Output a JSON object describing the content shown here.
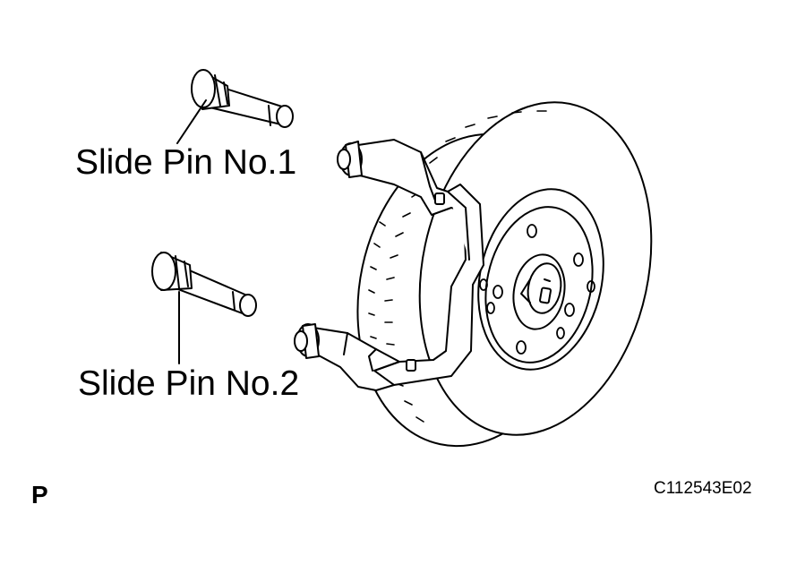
{
  "labels": {
    "pin1": "Slide Pin No.1",
    "pin2": "Slide Pin No.2",
    "view": "P",
    "code": "C112543E02"
  },
  "parts": {
    "pin1_icon": "slide-pin",
    "pin2_icon": "slide-pin",
    "rotor_icon": "brake-disc-rotor",
    "bracket_icon": "caliper-mounting-bracket"
  },
  "colors": {
    "line": "#000000",
    "background": "#ffffff"
  }
}
